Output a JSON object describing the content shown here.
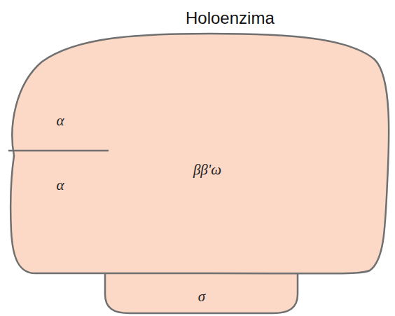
{
  "diagram": {
    "title": "Holoenzima",
    "nodes": [
      {
        "text": [
          "α",
          "α",
          "ββ'ω"
        ]
      },
      {
        "text": [
          "σ"
        ]
      }
    ]
  }
}
